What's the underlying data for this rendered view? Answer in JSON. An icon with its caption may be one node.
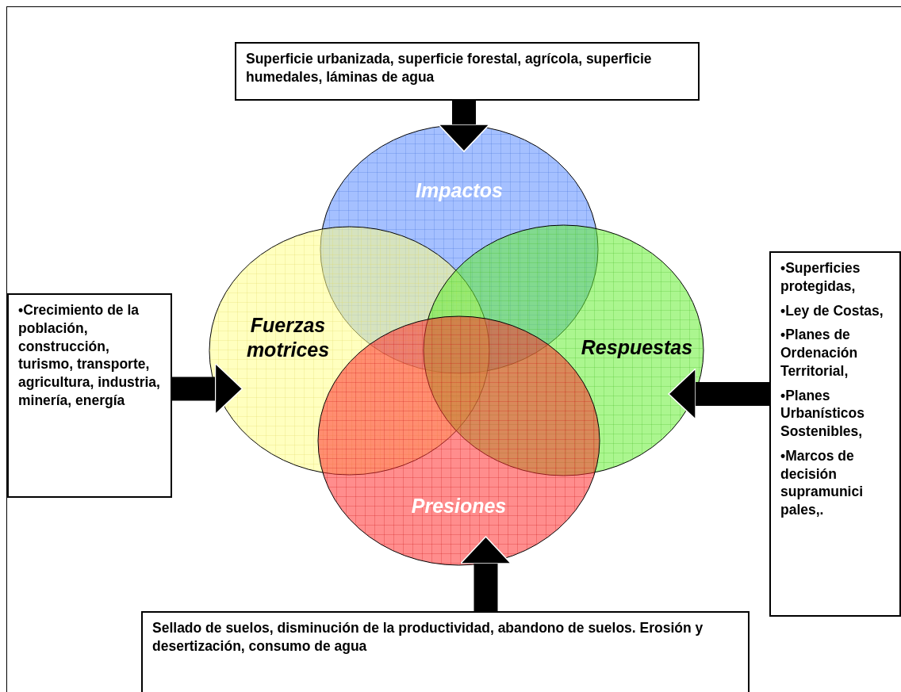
{
  "diagram": {
    "nodes": [
      {
        "text": [
          "Superficie urbanizada, superficie forestal, agrícola, superficie humedales, láminas de agua"
        ]
      },
      {
        "text": [
          "Impactos"
        ]
      },
      {
        "text": [
          "Fuerzas motrices"
        ]
      },
      {
        "text": [
          "Respuestas"
        ]
      },
      {
        "text": [
          "Presiones"
        ]
      },
      {
        "text": [
          "•Crecimiento de la población, construcción, turismo, transporte, agricultura, industria, minería, energía"
        ]
      },
      {
        "text": [
          "•Superficies protegidas,",
          "•Ley de Costas,",
          "•Planes de Ordenación Territorial,",
          "•Planes Urbanísticos Sostenibles,",
          "•Marcos de decisión supramunici pales,."
        ]
      },
      {
        "text": [
          "Sellado de suelos, disminución de la productividad, abandono de suelos. Erosión y desertización, consumo de agua"
        ]
      }
    ],
    "edges": [
      {
        "from": 0,
        "to": 1,
        "arrow": "to"
      },
      {
        "from": 5,
        "to": 2,
        "arrow": "to"
      },
      {
        "from": 6,
        "to": 3,
        "arrow": "to"
      },
      {
        "from": 7,
        "to": 4,
        "arrow": "to"
      }
    ]
  }
}
